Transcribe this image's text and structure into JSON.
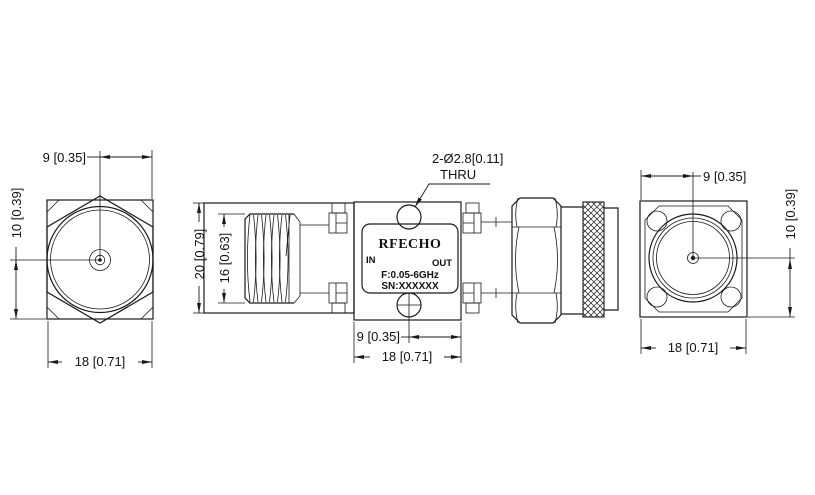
{
  "drawing": {
    "brand": "RFECHO",
    "line_color": "#1a1a1a",
    "background_color": "#ffffff"
  },
  "front_view": {
    "dim_half_width": "9 [0.35]",
    "dim_half_height": "10 [0.39]",
    "dim_width": "18 [0.71]"
  },
  "side_view": {
    "dim_outer_diameter": "20 [0.79]",
    "dim_thread_diameter": "16 [0.63]",
    "callout_holes_line1": "2-Ø2.8[0.11]",
    "callout_holes_line2": "THRU",
    "dim_hole_center_to_edge": "9 [0.35]",
    "dim_body_width": "18 [0.71]",
    "label": {
      "brand": "RFECHO",
      "port_in": "IN",
      "port_out": "OUT",
      "frequency": "F:0.05-6GHz",
      "serial": "SN:XXXXXX"
    }
  },
  "rear_view": {
    "dim_half_width": "9 [0.35]",
    "dim_half_height": "10 [0.39]",
    "dim_width": "18 [0.71]"
  }
}
